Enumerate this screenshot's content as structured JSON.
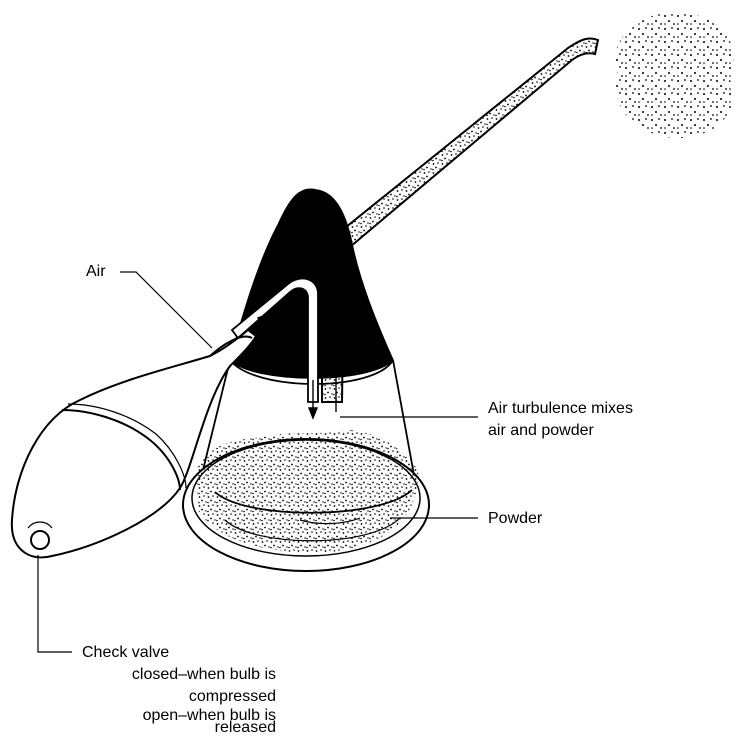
{
  "labels": {
    "air": "Air",
    "turbulence_line1": "Air turbulence mixes",
    "turbulence_line2": "air and powder",
    "powder": "Powder",
    "check_valve": "Check valve",
    "closed_line1": "closed–when bulb is",
    "closed_line2": "compressed",
    "open_line1": "open–when bulb is",
    "open_line2": "released"
  },
  "colors": {
    "ink": "#000000",
    "paper": "#ffffff"
  }
}
